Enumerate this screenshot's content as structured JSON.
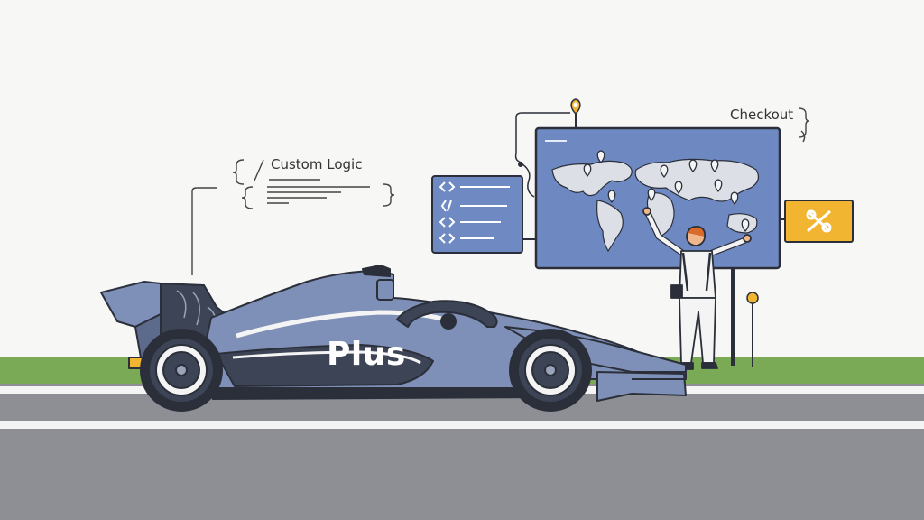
{
  "labels": {
    "custom_logic": "Custom Logic",
    "checkout": "Checkout",
    "car_badge": "Plus"
  },
  "colors": {
    "background": "#f7f7f5",
    "grass": "#7aaa55",
    "track": "#8d8f94",
    "track_line": "#ffffff",
    "car_body": "#7f90b8",
    "car_dark": "#3c4456",
    "panel_blue": "#6f8ac2",
    "continents": "#dcdfe6",
    "accent_yellow": "#f2b531",
    "outline": "#2b2f3a"
  },
  "icons": [
    "code-brackets-icon",
    "map-pin-icon",
    "checkout-tag-icon"
  ]
}
